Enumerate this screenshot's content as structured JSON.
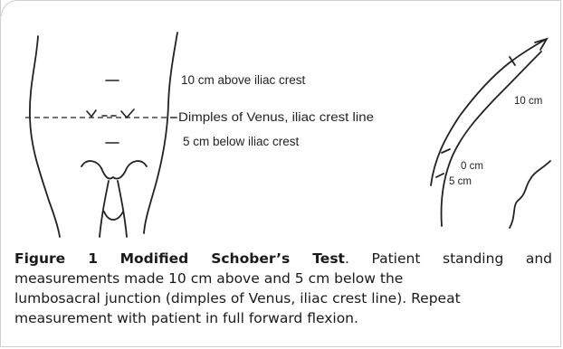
{
  "diagram": {
    "labels": {
      "above": "10 cm above iliac crest",
      "dimples": "Dimples of Venus, iliac crest line",
      "below": "5 cm below iliac crest"
    },
    "side_labels": {
      "ten": "10 cm",
      "zero": "0 cm",
      "five": "5 cm"
    }
  },
  "caption": {
    "figure_number": "Figure 1",
    "figure_title": "Modified Schober’s Test",
    "line1_rest": ". Patient standing and",
    "line2": "measurements made 10 cm above and 5 cm below the",
    "line3": "lumbosacral junction (dimples of Venus, iliac crest line). Repeat",
    "line4": "measurement with patient in full forward flexion."
  }
}
